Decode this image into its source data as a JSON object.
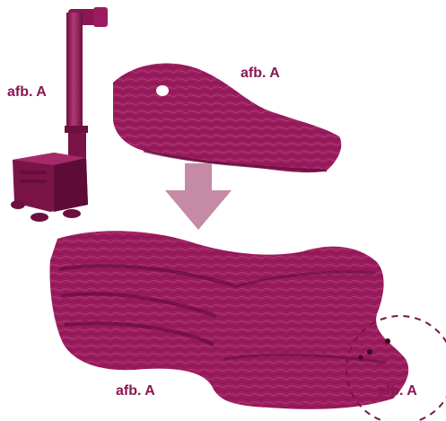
{
  "labels": {
    "pump": "afb. A",
    "lid": "afb. A",
    "base": "afb. A",
    "detail": "afb. A"
  },
  "colors": {
    "illustration": "#9b1c5e",
    "illustration_dark": "#6e0f40",
    "illustration_light": "#c26a93",
    "arrow": "#c48aa6",
    "text": "#8a1652",
    "highlight_circle": "#7a1446"
  },
  "icons": {
    "pump": "water-pump-icon",
    "arrow": "arrow-down-icon",
    "highlight": "dashed-circle-icon"
  }
}
